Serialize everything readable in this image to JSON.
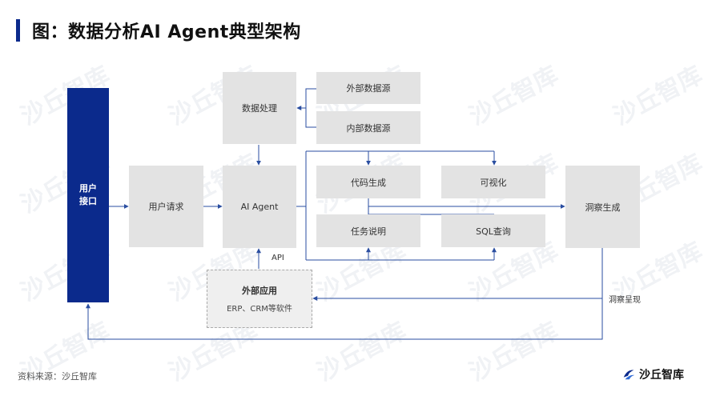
{
  "title": "图：数据分析AI Agent典型架构",
  "watermark": "沙丘智库",
  "nodes": {
    "user_interface": "用户\n接口",
    "user_request": "用户请求",
    "data_processing": "数据处理",
    "external_source": "外部数据源",
    "internal_source": "内部数据源",
    "ai_agent": "AI Agent",
    "code_gen": "代码生成",
    "task_desc": "任务说明",
    "visualization": "可视化",
    "sql_query": "SQL查询",
    "insight_gen": "洞察生成",
    "external_app": "外部应用",
    "external_app_sub": "ERP、CRM等软件"
  },
  "edge_labels": {
    "api": "API",
    "insight_present": "洞察呈现"
  },
  "footer": {
    "source": "资料来源：沙丘智库",
    "logo_text": "沙丘智库"
  },
  "colors": {
    "accent": "#0b2a8c",
    "node_bg": "#e3e3e3",
    "line": "#2a4ea0"
  }
}
